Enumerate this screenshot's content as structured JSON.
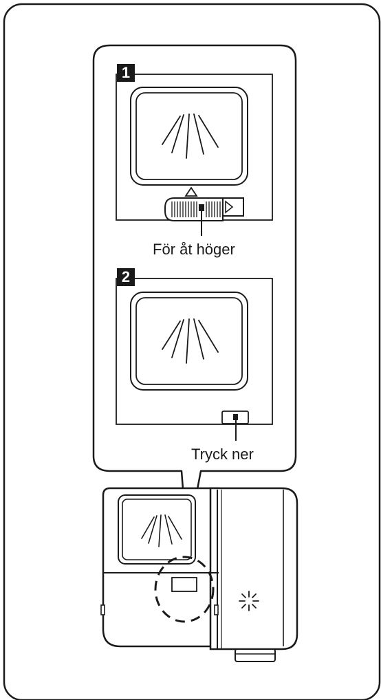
{
  "panel1": {
    "step": "1",
    "caption": "För åt höger"
  },
  "panel2": {
    "step": "2",
    "caption": "Tryck ner"
  },
  "icons": {
    "cap": "rinse-aid-cap-icon",
    "indicator": "rinse-aid-indicator-icon"
  },
  "colors": {
    "ink": "#1a1a1a",
    "background": "#ffffff"
  }
}
